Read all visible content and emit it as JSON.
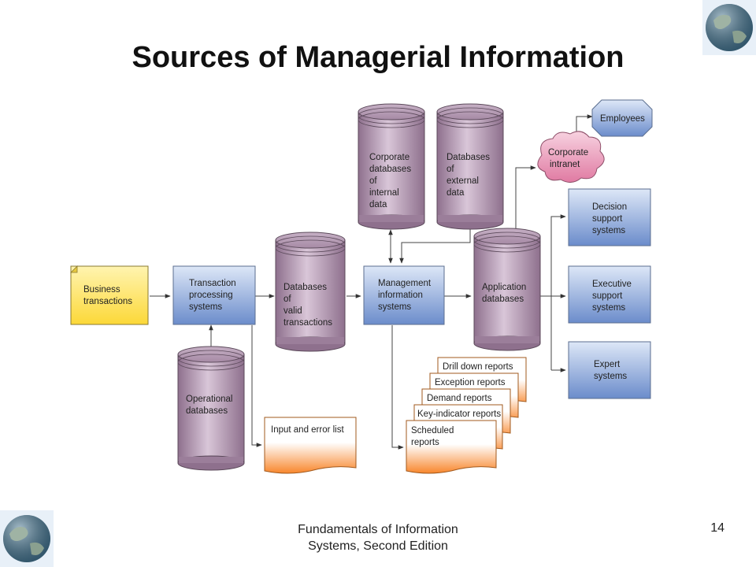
{
  "slide": {
    "title": "Sources of Managerial Information",
    "footer_line1": "Fundamentals of Information",
    "footer_line2": "Systems, Second Edition",
    "page_number": "14"
  },
  "diagram": {
    "business_transactions": [
      "Business",
      "transactions"
    ],
    "tps": [
      "Transaction",
      "processing",
      "systems"
    ],
    "operational_db": [
      "Operational",
      "databases"
    ],
    "valid_db": [
      "Databases",
      "of",
      "valid",
      "transactions"
    ],
    "internal_db": [
      "Corporate",
      "databases",
      "of",
      "internal",
      "data"
    ],
    "external_db": [
      "Databases",
      "of",
      "external",
      "data"
    ],
    "mis": [
      "Management",
      "information",
      "systems"
    ],
    "application_db": [
      "Application",
      "databases"
    ],
    "employees": "Employees",
    "intranet": [
      "Corporate",
      "intranet"
    ],
    "dss": [
      "Decision",
      "support",
      "systems"
    ],
    "ess": [
      "Executive",
      "support",
      "systems"
    ],
    "expert": [
      "Expert",
      "systems"
    ],
    "input_error_list": "Input and error list",
    "reports": [
      "Drill down reports",
      "Exception reports",
      "Demand reports",
      "Key-indicator reports"
    ],
    "scheduled_reports": [
      "Scheduled",
      "reports"
    ]
  },
  "colors": {
    "box_blue_top": "#d8e4f6",
    "box_blue_bottom": "#6f8fcb",
    "cylinder_purple": "#b59cb4",
    "note_yellow": "#fde25a",
    "report_orange": "#f8933a",
    "intranet_pink": "#e98fb1"
  },
  "icons": [
    "globe-icon"
  ]
}
